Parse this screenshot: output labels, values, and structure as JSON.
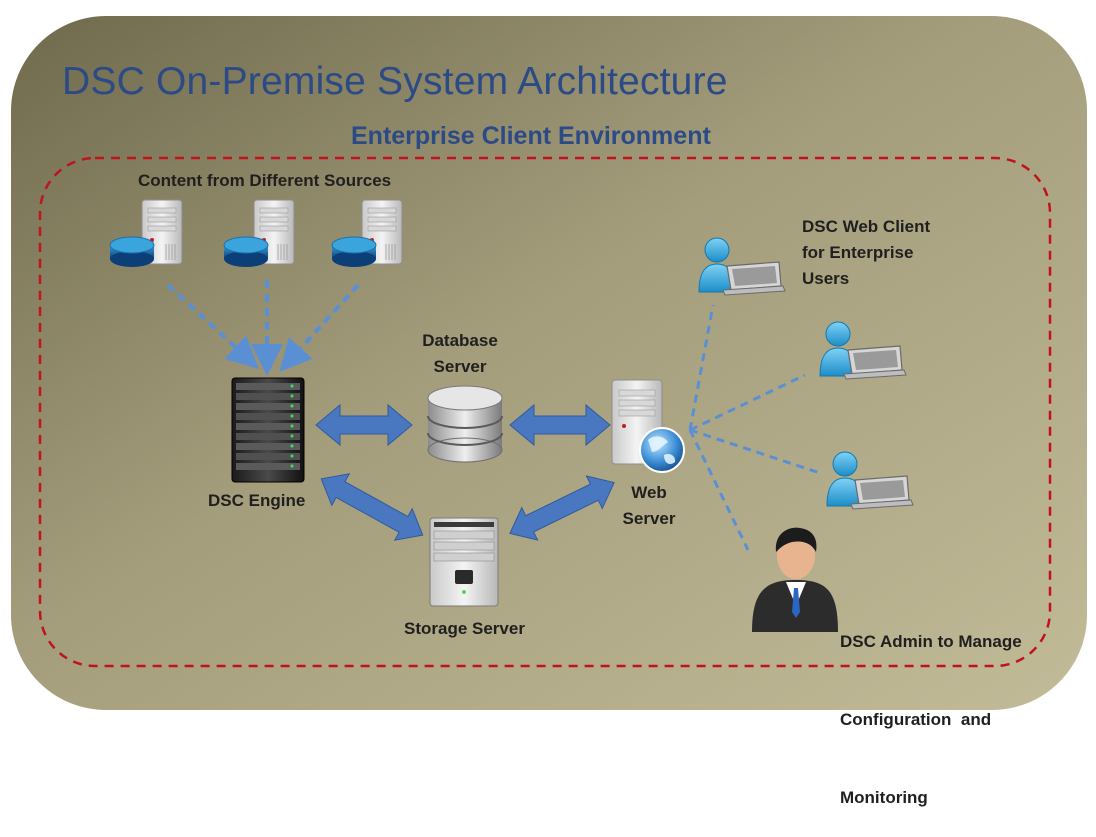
{
  "title": "DSC On-Premise System Architecture",
  "environment_label": "Enterprise Client Environment",
  "nodes": {
    "content_sources": "Content from Different Sources",
    "database_server": [
      "Database",
      "Server"
    ],
    "dsc_engine": "DSC Engine",
    "web_server": [
      "Web",
      "Server"
    ],
    "storage_server": "Storage Server",
    "web_client": [
      "DSC Web Client",
      "for Enterprise",
      "Users"
    ],
    "admin": [
      "DSC Admin to Manage",
      "Configuration  and",
      "Monitoring"
    ]
  },
  "colors": {
    "panel": "#a8a283",
    "title": "#2c4a86",
    "boundary": "#c0141c",
    "arrow": "#4a78c0",
    "dashed_link": "#5b8fd4",
    "user": "#35a9e0"
  },
  "icons": [
    "server-icon",
    "database-icon",
    "rack-server-icon",
    "web-server-icon",
    "globe-icon",
    "storage-server-icon",
    "user-laptop-icon",
    "admin-person-icon"
  ]
}
